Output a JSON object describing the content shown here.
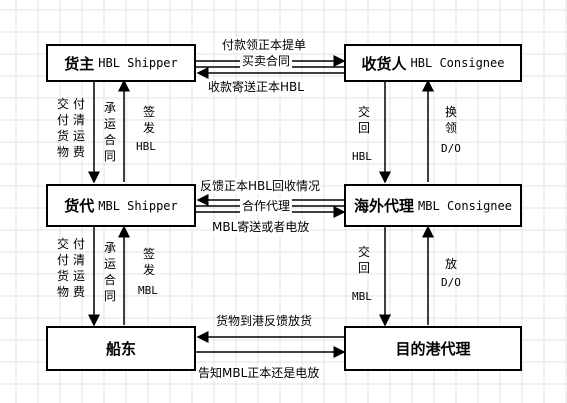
{
  "boxes": {
    "shipper": {
      "cn": "货主",
      "en": "HBL Shipper"
    },
    "consignee": {
      "cn": "收货人",
      "en": "HBL Consignee"
    },
    "forwarder": {
      "cn": "货代",
      "en": "MBL Shipper"
    },
    "overseas_agent": {
      "cn": "海外代理",
      "en": "MBL Consignee"
    },
    "carrier": {
      "cn": "船东",
      "en": ""
    },
    "dest_agent": {
      "cn": "目的港代理",
      "en": ""
    }
  },
  "top_labels": {
    "pay": "付款领正本提单",
    "contract": "买卖合同",
    "collect": "收款寄送正本HBL"
  },
  "mid_labels": {
    "feedback": "反馈正本HBL回收情况",
    "coop": "合作代理",
    "send": "MBL寄送或者电放"
  },
  "bottom_labels": {
    "arrival": "货物到港反馈放货",
    "notify": "告知MBL正本还是电放"
  },
  "left_top": {
    "a": "交付货物",
    "b": "付清运费",
    "c": "承运合同",
    "d": "签发",
    "e": "HBL"
  },
  "left_bottom": {
    "a": "交付货物",
    "b": "付清运费",
    "c": "承运合同",
    "d": "签发",
    "e": "MBL"
  },
  "right_top": {
    "a": "交回",
    "b": "HBL",
    "c": "换领",
    "d": "D/O"
  },
  "right_bottom": {
    "a": "交回",
    "b": "MBL",
    "c": "放",
    "d": "D/O"
  }
}
